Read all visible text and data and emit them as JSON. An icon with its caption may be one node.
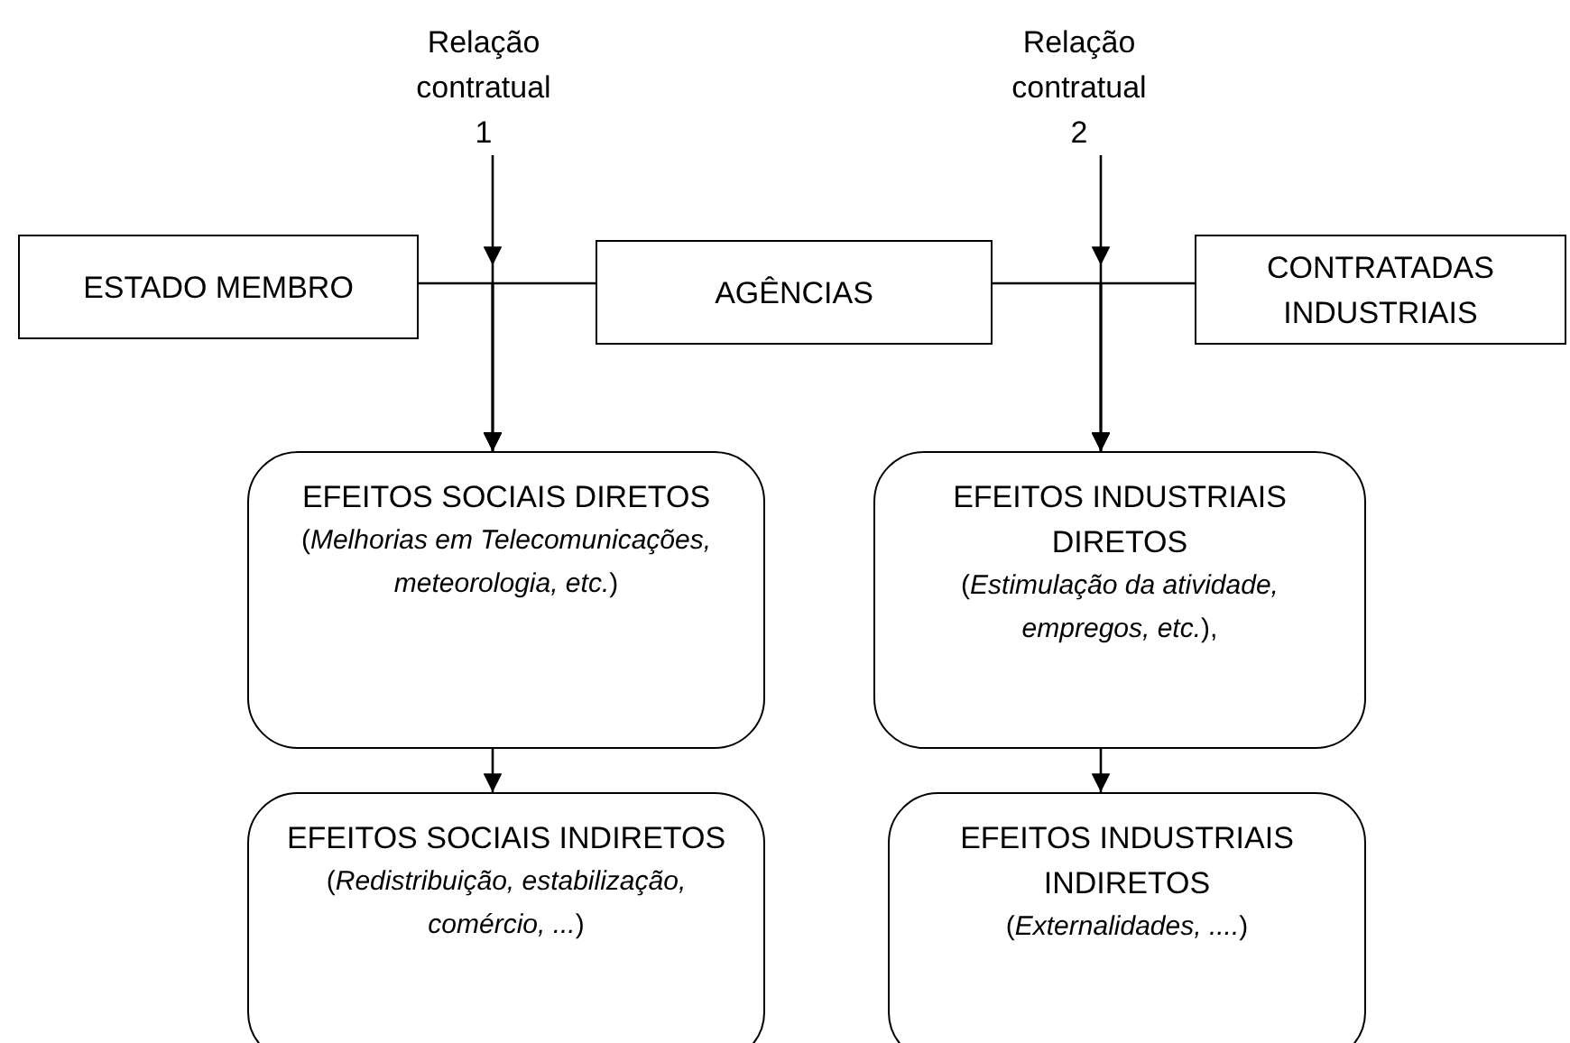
{
  "diagram": {
    "nodes": [
      {
        "text": [
          "Relação contratual 1"
        ]
      },
      {
        "text": [
          "Relação contratual 2"
        ]
      },
      {
        "text": [
          "ESTADO MEMBRO"
        ]
      },
      {
        "text": [
          "AGÊNCIAS"
        ]
      },
      {
        "text": [
          "CONTRATADAS INDUSTRIAIS"
        ]
      },
      {
        "text": [
          "EFEITOS SOCIAIS DIRETOS",
          "(*Melhorias em Telecomunicações, meteorologia, etc.*)"
        ]
      },
      {
        "text": [
          "EFEITOS INDUSTRIAIS DIRETOS",
          "(*Estimulação da atividade, empregos, etc.*),"
        ]
      },
      {
        "text": [
          "EFEITOS SOCIAIS INDIRETOS",
          "(*Redistribuição, estabilização, comércio, ...*)"
        ]
      },
      {
        "text": [
          "EFEITOS INDUSTRIAIS INDIRETOS",
          "(*Externalidades, ....*)"
        ]
      }
    ],
    "edges": [
      {
        "from": 0,
        "to": 5,
        "arrow": "to"
      },
      {
        "from": 2,
        "to": 5,
        "arrow": "to"
      },
      {
        "from": 3,
        "to": 5,
        "arrow": "to"
      },
      {
        "from": 1,
        "to": 6,
        "arrow": "to"
      },
      {
        "from": 3,
        "to": 6,
        "arrow": "to"
      },
      {
        "from": 4,
        "to": 6,
        "arrow": "to"
      },
      {
        "from": 5,
        "to": 7,
        "arrow": "to"
      },
      {
        "from": 6,
        "to": 8,
        "arrow": "to"
      }
    ]
  }
}
